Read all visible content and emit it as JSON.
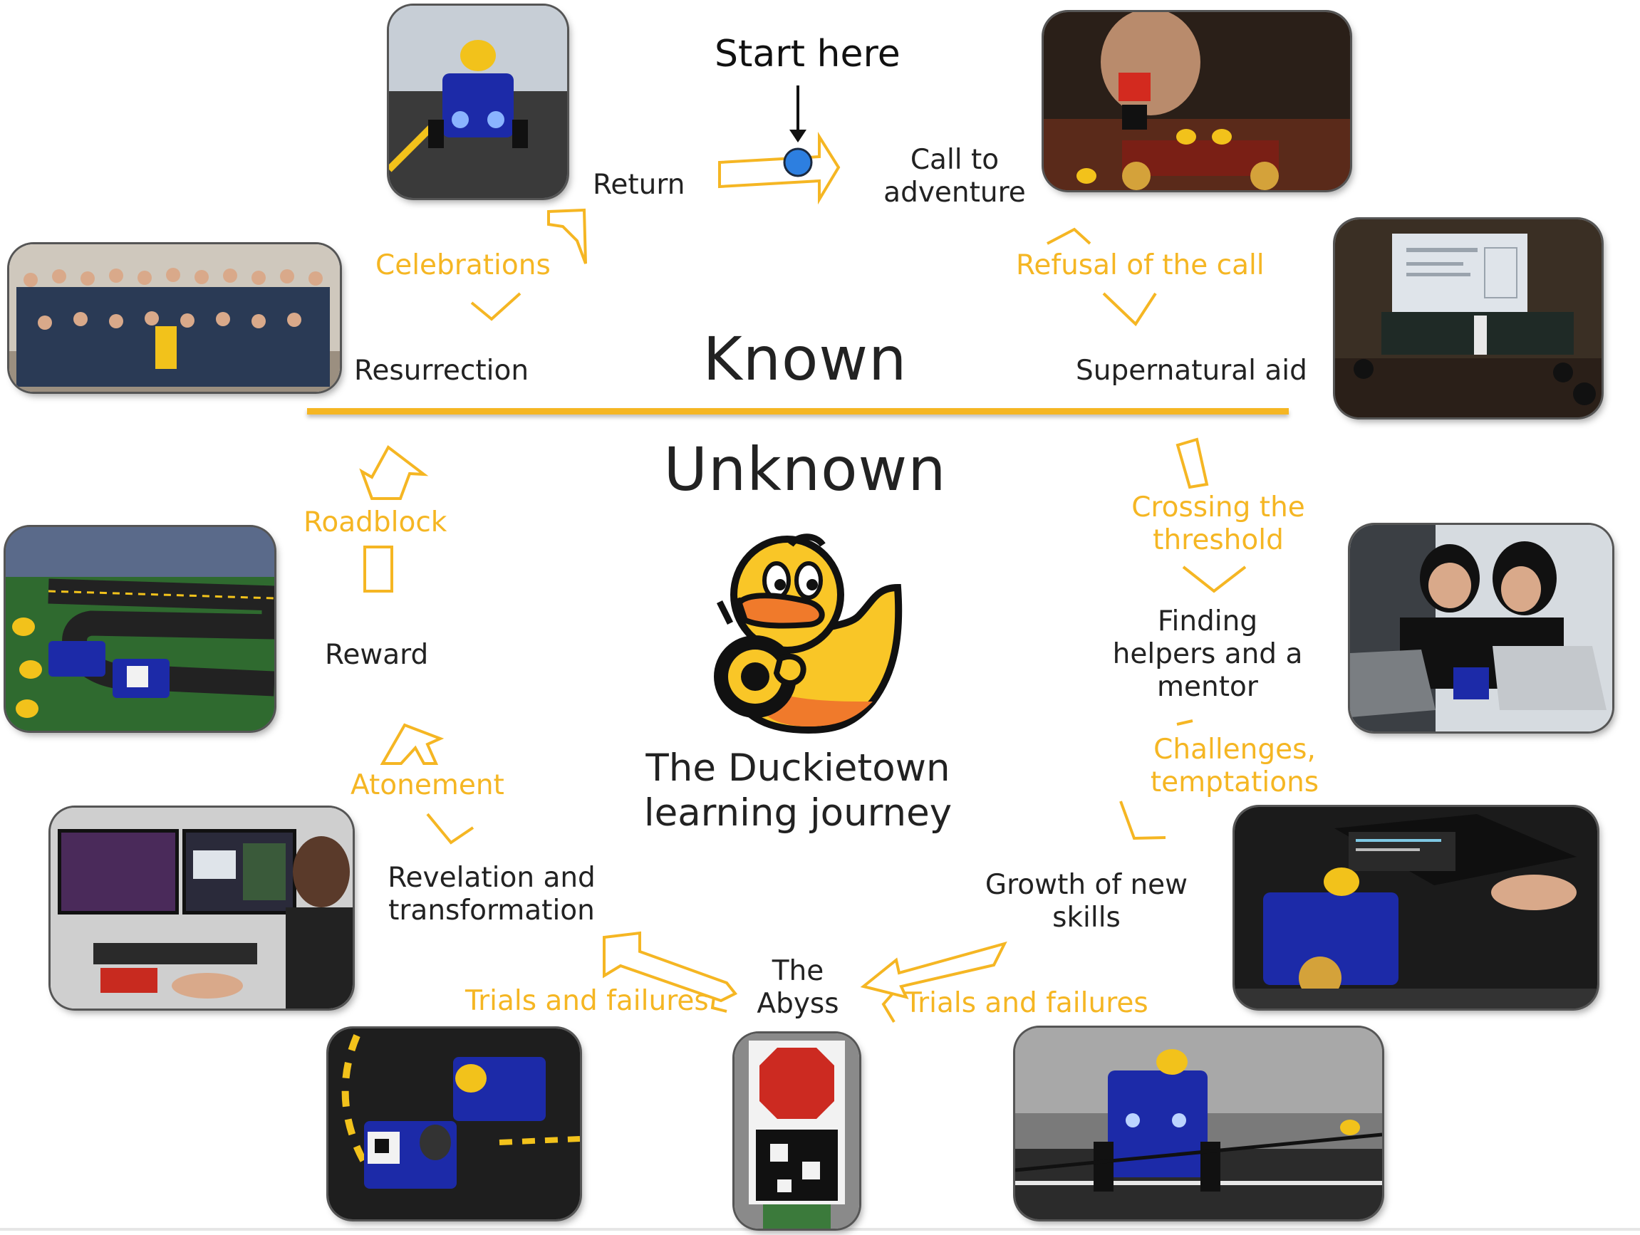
{
  "start_label": "Start here",
  "known_label": "Known",
  "unknown_label": "Unknown",
  "center_title": [
    "The Duckietown",
    "learning journey"
  ],
  "stages": {
    "call_to_adventure": [
      "Call to",
      "adventure"
    ],
    "supernatural_aid": "Supernatural aid",
    "finding_helpers": [
      "Finding",
      "helpers and a",
      "mentor"
    ],
    "growth": [
      "Growth of new",
      "skills"
    ],
    "abyss": [
      "The",
      "Abyss"
    ],
    "revelation": [
      "Revelation and",
      "transformation"
    ],
    "reward": "Reward",
    "resurrection": "Resurrection",
    "return": "Return"
  },
  "transitions": {
    "refusal": "Refusal of the call",
    "crossing": [
      "Crossing the",
      "threshold"
    ],
    "challenges": [
      "Challenges,",
      "temptations"
    ],
    "trials_right": "Trials and failures",
    "trials_left": "Trials and failures",
    "atonement": "Atonement",
    "roadblock": "Roadblock",
    "celebrations": "Celebrations"
  },
  "colors": {
    "accent": "#F5B623",
    "start_dot": "#2D7FE0",
    "duck_body": "#F9C627",
    "duck_beak": "#F07A2B"
  },
  "photos": [
    {
      "id": "duckiebot-on-road",
      "stage": "return"
    },
    {
      "id": "stop-sign-display",
      "stage": "call_to_adventure"
    },
    {
      "id": "lecture-hall",
      "stage": "supernatural_aid"
    },
    {
      "id": "students-with-laptops",
      "stage": "finding_helpers"
    },
    {
      "id": "laptop-and-robot",
      "stage": "growth"
    },
    {
      "id": "robot-on-track",
      "stage": "trials_right"
    },
    {
      "id": "stop-sign-closeup",
      "stage": "abyss"
    },
    {
      "id": "robots-top-view",
      "stage": "trials_left"
    },
    {
      "id": "computer-workstation",
      "stage": "revelation"
    },
    {
      "id": "duckietown-city",
      "stage": "reward"
    },
    {
      "id": "group-photo",
      "stage": "resurrection"
    }
  ]
}
